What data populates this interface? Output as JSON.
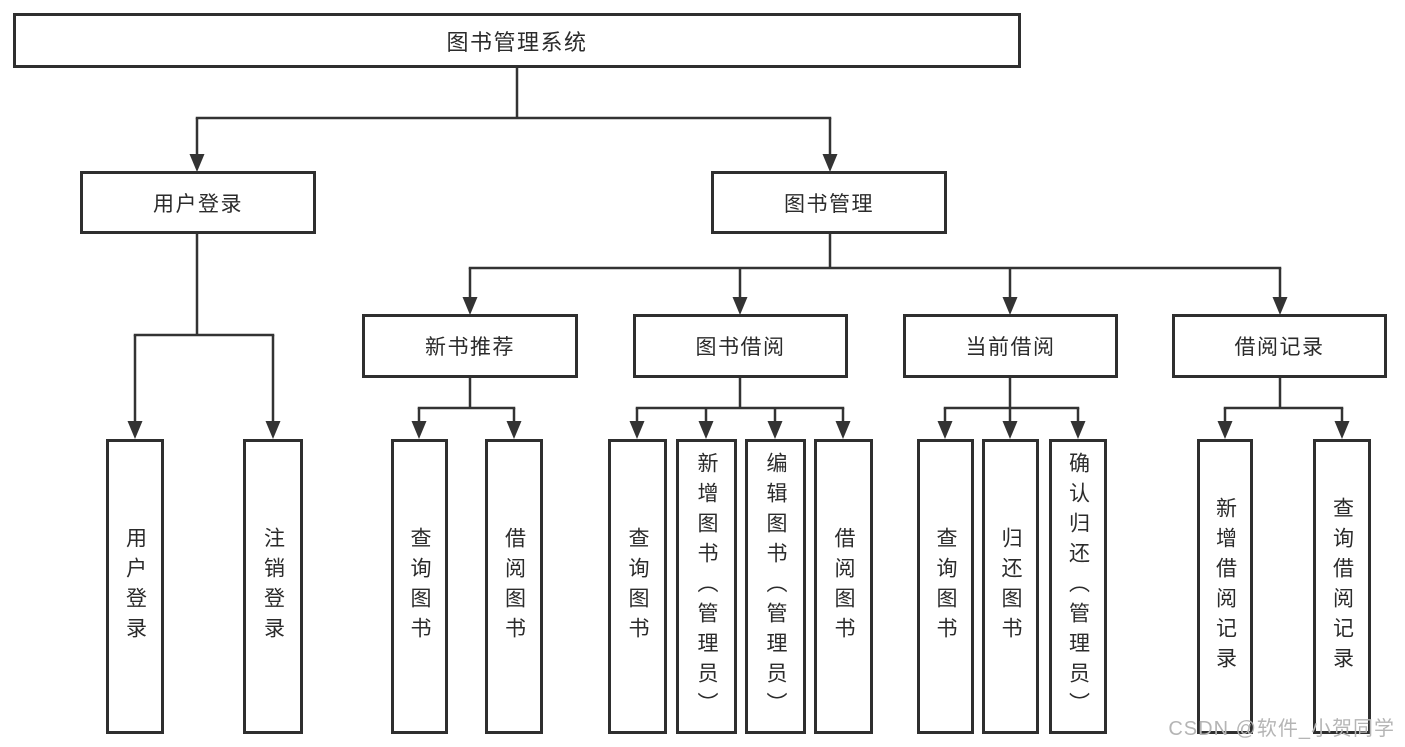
{
  "diagram": {
    "root": {
      "label": "图书管理系统"
    },
    "level2": [
      {
        "label": "用户登录"
      },
      {
        "label": "图书管理"
      }
    ],
    "level3": [
      {
        "label": "新书推荐"
      },
      {
        "label": "图书借阅"
      },
      {
        "label": "当前借阅"
      },
      {
        "label": "借阅记录"
      }
    ],
    "leaves": {
      "user_login": [
        {
          "label": "用户登录"
        },
        {
          "label": "注销登录"
        }
      ],
      "new_book_recommend": [
        {
          "label": "查询图书"
        },
        {
          "label": "借阅图书"
        }
      ],
      "book_borrow": [
        {
          "label": "查询图书"
        },
        {
          "label": "新增图书（管理员）"
        },
        {
          "label": "编辑图书（管理员）"
        },
        {
          "label": "借阅图书"
        }
      ],
      "current_borrow": [
        {
          "label": "查询图书"
        },
        {
          "label": "归还图书"
        },
        {
          "label": "确认归还（管理员）"
        }
      ],
      "borrow_record": [
        {
          "label": "新增借阅记录"
        },
        {
          "label": "查询借阅记录"
        }
      ]
    }
  },
  "watermark": {
    "text": "CSDN @软件_小贺同学"
  },
  "colors": {
    "line": "#333333",
    "border": "#2f2f2f",
    "text": "#2b2b2b",
    "background": "#ffffff",
    "watermark": "#b5b5b5"
  }
}
